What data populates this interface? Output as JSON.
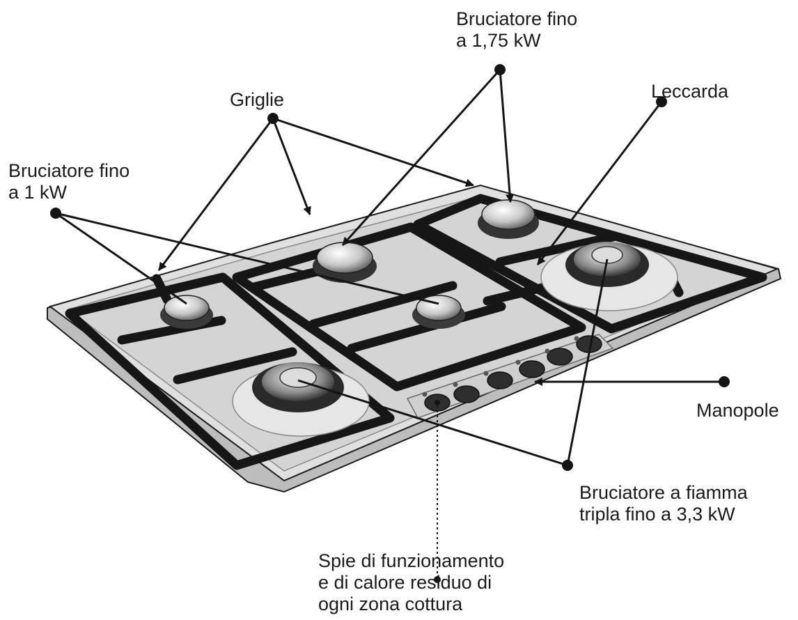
{
  "labels": {
    "burner_175": [
      "Bruciatore fino",
      "a 1,75 kW"
    ],
    "grids": "Griglie",
    "drip_tray": "Leccarda",
    "burner_1": [
      "Bruciatore fino",
      "a 1 kW"
    ],
    "knobs": "Manopole",
    "burner_triple": [
      "Bruciatore a fiamma",
      "tripla fino a 3,3 kW"
    ],
    "indicators": [
      "Spie di funzionamento",
      "e di calore residuo di",
      "ogni zona cottura"
    ]
  },
  "colors": {
    "line": "#141414",
    "cooktop_top": "#dcdcdc",
    "cooktop_edge": "#bdbdbd",
    "grid": "#161616",
    "burner_cap": "#c9c9c9",
    "text": "#1a1a1a"
  }
}
